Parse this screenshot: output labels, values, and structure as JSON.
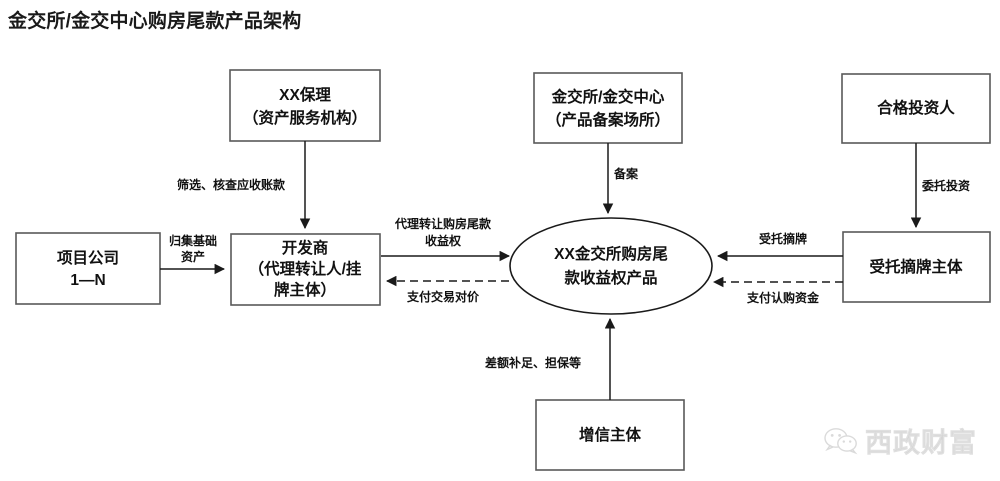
{
  "page": {
    "title": "金交所/金交中心购房尾款产品架构",
    "background_color": "#ffffff",
    "line_color": "#1a1a1a",
    "box_stroke_color": "#595959"
  },
  "nodes": {
    "project_company": {
      "lines": [
        "项目公司",
        "1—N"
      ],
      "shape": "rect"
    },
    "factoring": {
      "lines": [
        "XX保理",
        "（资产服务机构）"
      ],
      "shape": "rect"
    },
    "developer": {
      "lines": [
        "开发商",
        "（代理转让人/挂",
        "牌主体）"
      ],
      "shape": "rect"
    },
    "exchange": {
      "lines": [
        "金交所/金交中心",
        "（产品备案场所）"
      ],
      "shape": "rect"
    },
    "product": {
      "lines": [
        "XX金交所购房尾",
        "款收益权产品"
      ],
      "shape": "ellipse"
    },
    "investor": {
      "lines": [
        "合格投资人"
      ],
      "shape": "rect"
    },
    "bidder": {
      "lines": [
        "受托摘牌主体"
      ],
      "shape": "rect"
    },
    "credit_enhancer": {
      "lines": [
        "增信主体"
      ],
      "shape": "rect"
    }
  },
  "edges": {
    "collect_assets": {
      "label": "归集基础资产",
      "line1": "归集基础",
      "line2": "资产",
      "style": "solid"
    },
    "screen_receivables": {
      "label": "筛选、核查应收账款",
      "style": "solid"
    },
    "transfer_rights": {
      "label": "代理转让购房尾款收益权",
      "line1": "代理转让购房尾款",
      "line2": "收益权",
      "style": "solid"
    },
    "pay_consideration": {
      "label": "支付交易对价",
      "style": "dashed"
    },
    "filing": {
      "label": "备案",
      "style": "solid"
    },
    "entrusted_investment": {
      "label": "委托投资",
      "style": "solid"
    },
    "entrusted_bidding": {
      "label": "受托摘牌",
      "style": "solid"
    },
    "pay_subscription": {
      "label": "支付认购资金",
      "style": "dashed"
    },
    "difference_guarantee": {
      "label": "差额补足、担保等",
      "style": "solid"
    }
  },
  "watermark": {
    "text": "西政财富",
    "icon": "wechat-icon"
  }
}
